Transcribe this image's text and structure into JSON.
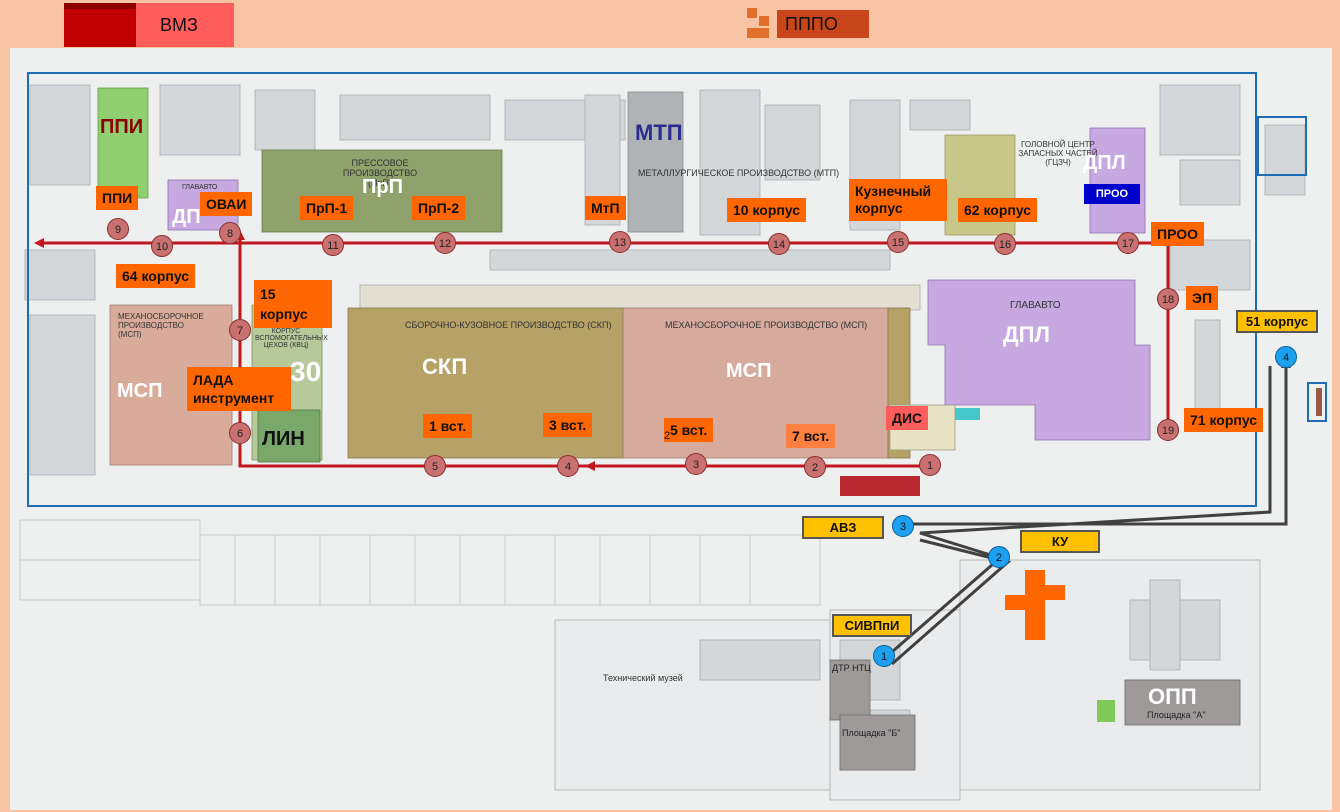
{
  "legend": {
    "vmz": "ВМЗ",
    "pppo": "ПППО",
    "colors": {
      "vmz": "#c00000",
      "pppo": "#e0702a"
    }
  },
  "colors": {
    "route_red": "#c0181e",
    "route_dark": "#404040",
    "frame_blue": "#1f6bb8",
    "label_orange": "#ff6600",
    "label_yellow": "#ffc000",
    "node_blue": "#1ea0f0",
    "node_red": "#c97070",
    "pink_label": "#ff5c5c"
  },
  "zones": {
    "ppi": "ППИ",
    "prp": "ПрП",
    "mtp": "МТП",
    "dpl_top": "ДПЛ",
    "dpl_center": "ДПЛ",
    "dp_partial": "ДП",
    "skp": "СКП",
    "msp_center": "МСП",
    "msp_left": "МСП",
    "lin": "ЛИН",
    "three_zero": "30",
    "opp": "ОПП",
    "proo_badge": "ПРОО"
  },
  "map_text": {
    "press": "ПРЕССОВОЕ ПРОИЗВОДСТВО (ПрП)",
    "metal": "МЕТАЛЛУРГИЧЕСКОЕ ПРОИЗВОДСТВО (МТП)",
    "skp_full": "СБОРОЧНО-КУЗОВНОЕ ПРОИЗВОДСТВО (СКП)",
    "msp_full": "МЕХАНОСБОРОЧНОЕ ПРОИЗВОДСТВО (МСП)",
    "msp_left_full": "МЕХАНОСБОРОЧНОЕ ПРОИЗВОДСТВО (МСП)",
    "glavavto": "ГЛАВАВТО",
    "gczch": "ГОЛОВНОЙ ЦЕНТР ЗАПАСНЫХ ЧАСТЕЙ (ГЦЗЧ)",
    "museum": "Технический музей",
    "ploshchadka_b": "Площадка \"Б\"",
    "ploshchadka_a": "Площадка \"А\"",
    "dtr_nts": "ДТР НТЦ",
    "glavavto_small": "ГЛАВАВТО",
    "corpus_kvc": "КОРПУС ВСПОМОГАТЕЛЬНЫХ ЦЕХОВ (КВЦ)"
  },
  "labels": {
    "ppi": "ППИ",
    "ovai": "ОВАИ",
    "prp1": "ПрП-1",
    "prp2": "ПрП-2",
    "mtp": "МтП",
    "k10": "10 корпус",
    "kuznechny": "Кузнечный корпус",
    "k62": "62 корпус",
    "proo": "ПРОО",
    "k64": "64 корпус",
    "k15": "15 корпус",
    "ep": "ЭП",
    "k51": "51 корпус",
    "lada": "ЛАДА инструмент",
    "dis": "ДИС",
    "vst1": "1 вст.",
    "vst3": "3 вст.",
    "vst5": "5 вст.",
    "vst7": "7 вст.",
    "k71": "71 корпус",
    "avz": "АВЗ",
    "ku": "КУ",
    "sivppi": "СИВПпИ",
    "stray_2": "2"
  },
  "red_route": [
    "1",
    "2",
    "3",
    "4",
    "5",
    "6",
    "7",
    "8",
    "9",
    "10",
    "11",
    "12",
    "13",
    "14",
    "15",
    "16",
    "17",
    "18",
    "19"
  ],
  "blue_route": [
    "1",
    "2",
    "3",
    "4"
  ]
}
